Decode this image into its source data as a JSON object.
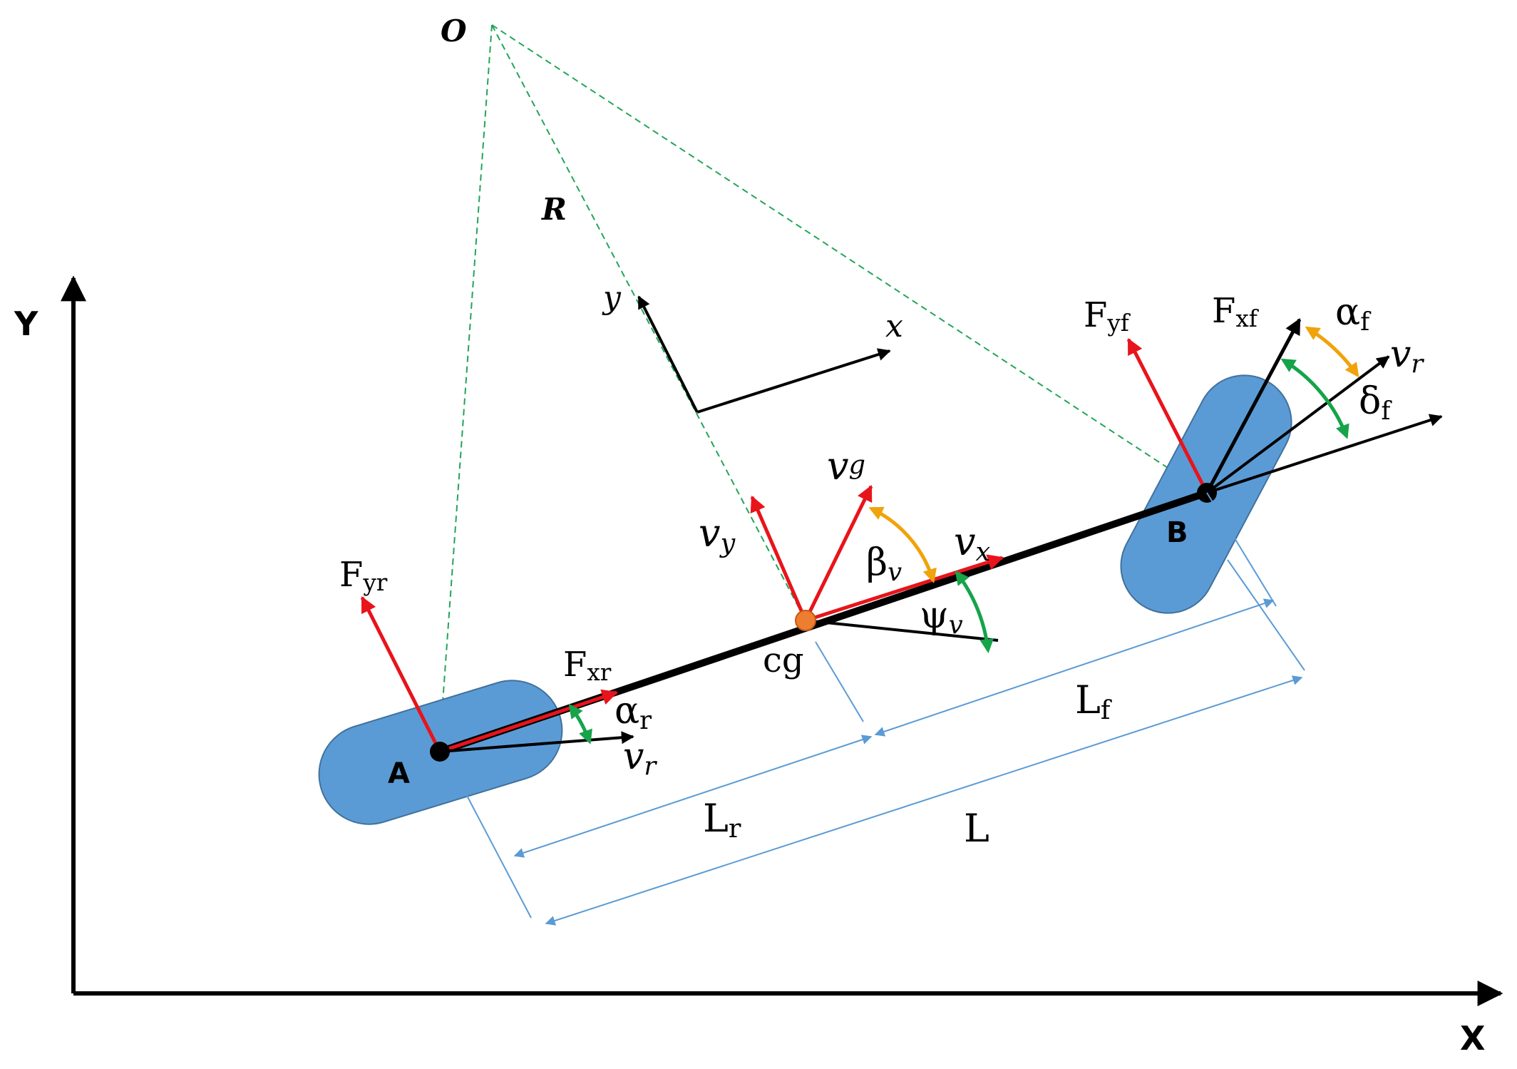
{
  "figure": {
    "global_axes": {
      "x_label": "X",
      "y_label": "Y"
    },
    "center_label": "O",
    "radius_label": "R",
    "body_axes": {
      "x_label": "x",
      "y_label": "y"
    },
    "points": {
      "rear": "A",
      "front": "B",
      "cg": "cg"
    },
    "forces": {
      "rear_lateral": {
        "main": "F",
        "sub": "yr"
      },
      "rear_longitudinal": {
        "main": "F",
        "sub": "xr"
      },
      "front_lateral": {
        "main": "F",
        "sub": "yf"
      },
      "front_longitudinal": {
        "main": "F",
        "sub": "xf"
      }
    },
    "velocities": {
      "cg_total": {
        "main": "v",
        "sub": "g"
      },
      "cg_lateral": {
        "main": "v",
        "sub": "y"
      },
      "cg_longitudinal": {
        "main": "v",
        "sub": "x"
      },
      "rear_wheel": {
        "main": "v",
        "sub": "r"
      },
      "front_wheel": {
        "main": "v",
        "sub": "r"
      }
    },
    "angles": {
      "slip_body": {
        "main": "β",
        "sub": "v"
      },
      "yaw": {
        "main": "ψ",
        "sub": "v"
      },
      "slip_rear": {
        "main": "α",
        "sub": "r"
      },
      "slip_front": {
        "main": "α",
        "sub": "f"
      },
      "steer_front": {
        "main": "δ",
        "sub": "f"
      }
    },
    "dimensions": {
      "rear": {
        "main": "L",
        "sub": "r"
      },
      "front": {
        "main": "L",
        "sub": "f"
      },
      "wheelbase": {
        "main": "L"
      }
    },
    "colors": {
      "force": "#e8141b",
      "body": "#000000",
      "wheel": "#5b9bd5",
      "wheel_edge": "#41719c",
      "construction": "#21a557",
      "angle_green": "#16a34a",
      "angle_orange": "#f0a30a",
      "dimension": "#5b9bd5",
      "cg_dot": "#ed7d31"
    }
  }
}
